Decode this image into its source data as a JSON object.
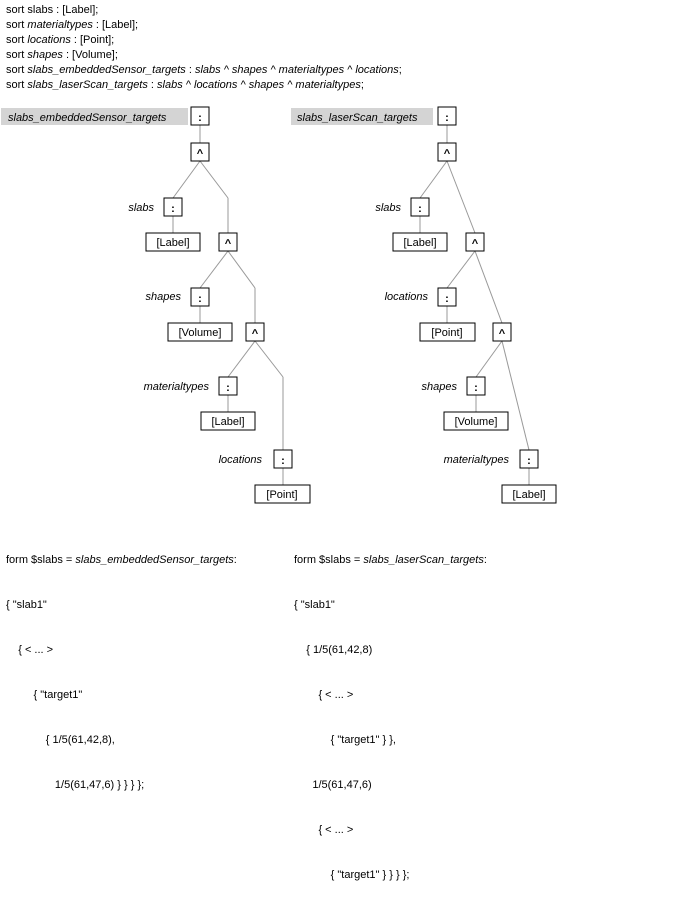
{
  "declarations": [
    {
      "pre": "sort ",
      "it1": "",
      "mid": "slabs : [Label];",
      "it2": "",
      "post": ""
    },
    {
      "pre": "sort ",
      "it1": "materialtypes",
      "mid": " : [Label];",
      "it2": "",
      "post": ""
    },
    {
      "pre": "sort ",
      "it1": "locations",
      "mid": " : [Point];",
      "it2": "",
      "post": ""
    },
    {
      "pre": "sort ",
      "it1": "shapes",
      "mid": " : [Volume];",
      "it2": "",
      "post": ""
    },
    {
      "pre": "sort ",
      "it1": "slabs_embeddedSensor_targets",
      "mid": " : ",
      "it2": "slabs ^ shapes ^ materialtypes ^ locations",
      "post": ";"
    },
    {
      "pre": "sort ",
      "it1": "slabs_laserScan_targets",
      "mid": " : ",
      "it2": "slabs ^ locations ^ shapes ^ materialtypes",
      "post": ";"
    }
  ],
  "trees": [
    {
      "root": "slabs_embeddedSensor_targets",
      "colon": ":",
      "caret": "^",
      "items": [
        {
          "name": "slabs",
          "type": "[Label]"
        },
        {
          "name": "shapes",
          "type": "[Volume]"
        },
        {
          "name": "materialtypes",
          "type": "[Label]"
        },
        {
          "name": "locations",
          "type": "[Point]"
        }
      ]
    },
    {
      "root": "slabs_laserScan_targets",
      "colon": ":",
      "caret": "^",
      "items": [
        {
          "name": "slabs",
          "type": "[Label]"
        },
        {
          "name": "locations",
          "type": "[Point]"
        },
        {
          "name": "shapes",
          "type": "[Volume]"
        },
        {
          "name": "materialtypes",
          "type": "[Label]"
        }
      ]
    }
  ],
  "forms": [
    {
      "header_pre": "form $slabs = ",
      "header_it": "slabs_embeddedSensor_targets",
      "header_post": ":",
      "lines": [
        "{ \"slab1\"",
        "    { < ... >",
        "         { \"target1\"",
        "             { 1/5(61,42,8),",
        "                1/5(61,47,6) } } } };"
      ]
    },
    {
      "header_pre": "form $slabs = ",
      "header_it": "slabs_laserScan_targets",
      "header_post": ":",
      "lines": [
        "{ \"slab1\"",
        "    { 1/5(61,42,8)",
        "        { < ... >",
        "            { \"target1\" } },",
        "      1/5(61,47,6)",
        "        { < ... >",
        "            { \"target1\" } } } };"
      ]
    }
  ]
}
